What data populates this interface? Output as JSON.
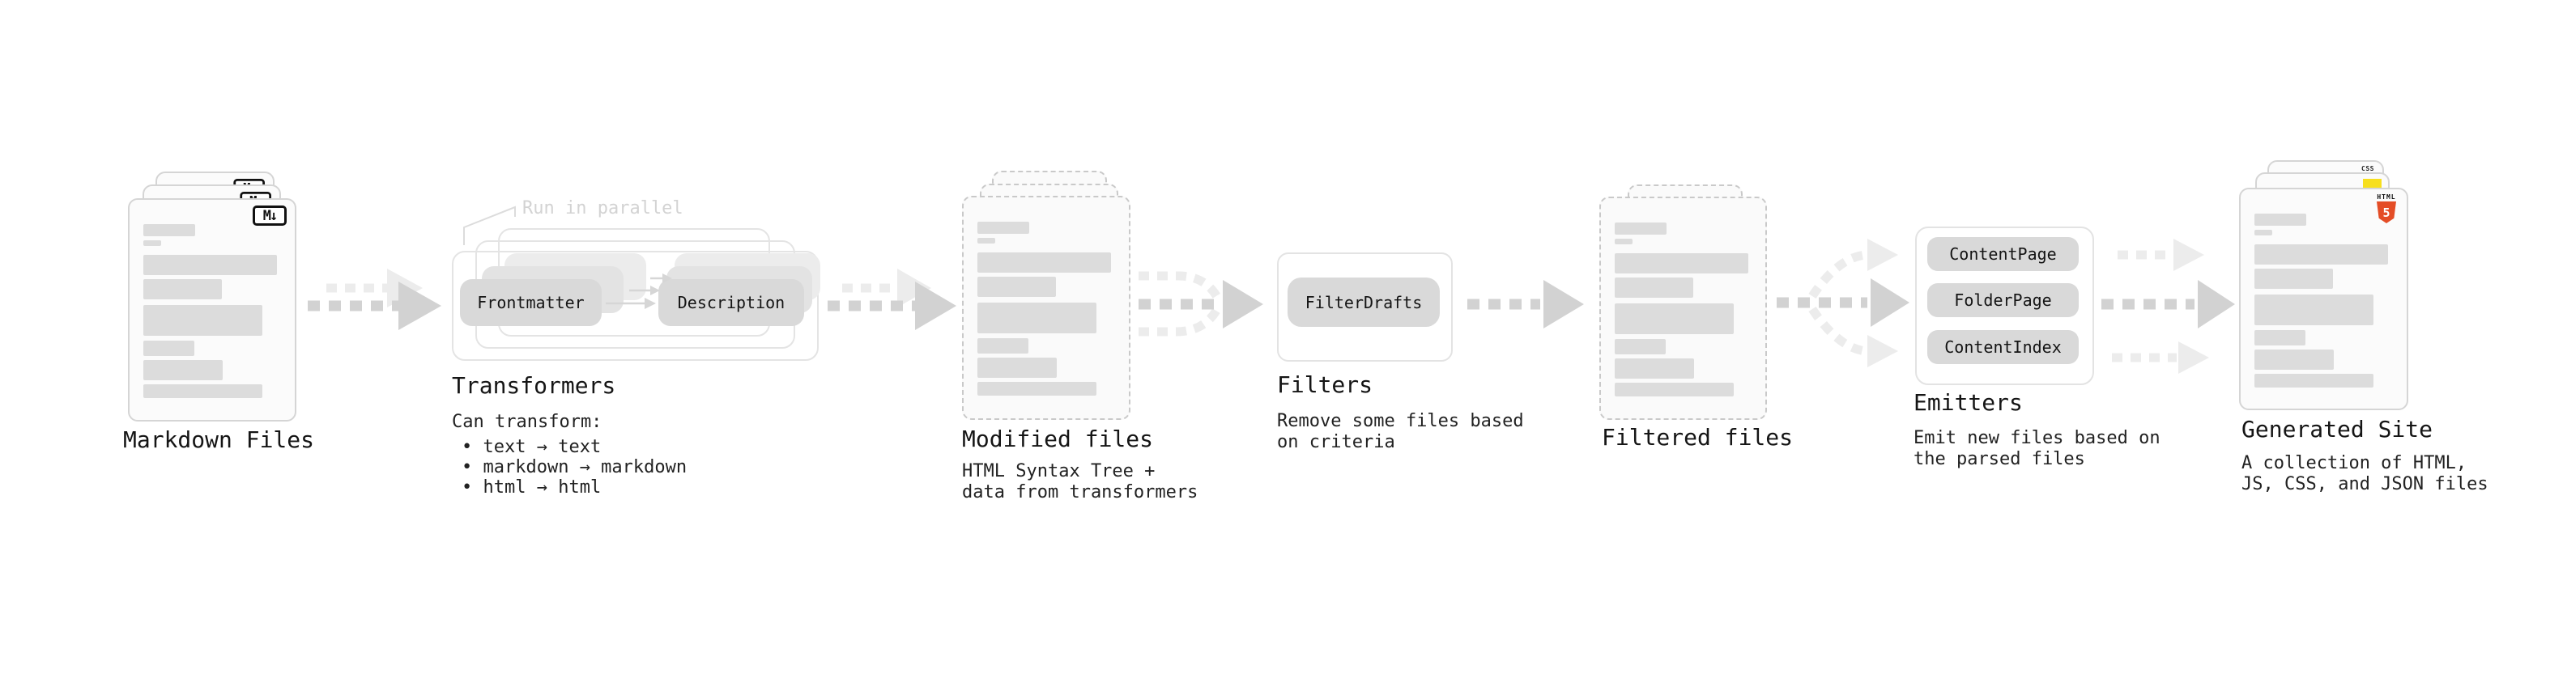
{
  "stages": {
    "markdown": {
      "label": "Markdown Files"
    },
    "transformers": {
      "label": "Transformers",
      "annotation": "Run in parallel",
      "node_left": "Frontmatter",
      "node_right": "Description",
      "desc_heading": "Can transform:",
      "bullets": [
        "• text → text",
        "• markdown → markdown",
        "• html → html"
      ]
    },
    "modified": {
      "label": "Modified files",
      "desc_line1": "HTML Syntax Tree +",
      "desc_line2": "data from transformers"
    },
    "filters": {
      "label": "Filters",
      "node": "FilterDrafts",
      "desc_line1": "Remove some files based",
      "desc_line2": "on criteria"
    },
    "filtered": {
      "label": "Filtered files"
    },
    "emitters": {
      "label": "Emitters",
      "node1": "ContentPage",
      "node2": "FolderPage",
      "node3": "ContentIndex",
      "desc_line1": "Emit new files based on",
      "desc_line2": "the parsed files"
    },
    "generated": {
      "label": "Generated Site",
      "desc_line1": "A collection of HTML,",
      "desc_line2": "JS, CSS, and JSON files"
    }
  },
  "icons": {
    "markdown_glyph": "M↓",
    "html5_label": "HTML",
    "html5_digit": "5",
    "css_label": "CSS"
  },
  "colors": {
    "node_bg": "#d9d9d9",
    "arrow_dark": "#d2d2d2",
    "arrow_light": "#ececec",
    "bar": "#dcdcdc",
    "html5_orange": "#e44d26",
    "js_yellow": "#f7df1e",
    "css_blue": "#2b6bf3",
    "text": "#1a1a1a",
    "annotation": "#d3d3d3"
  },
  "file_card_bars": [
    {
      "t": 30,
      "h": 15,
      "w": 64
    },
    {
      "t": 50,
      "h": 7,
      "w": 22
    },
    {
      "t": 68,
      "h": 25,
      "w": 165
    },
    {
      "t": 98,
      "h": 25,
      "w": 97
    },
    {
      "t": 130,
      "h": 38,
      "w": 147
    },
    {
      "t": 174,
      "h": 19,
      "w": 63
    },
    {
      "t": 198,
      "h": 25,
      "w": 98
    },
    {
      "t": 228,
      "h": 17,
      "w": 147
    }
  ]
}
